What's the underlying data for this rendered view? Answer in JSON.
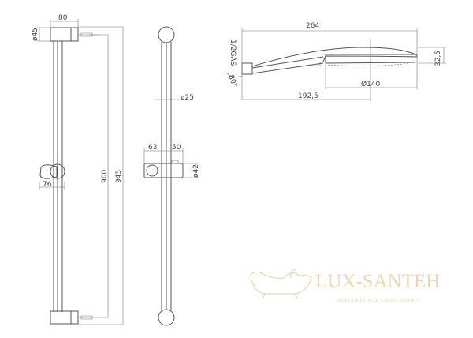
{
  "dimensions": {
    "bracket_width": "80",
    "bracket_diameter": "ø45",
    "slider_depth": "76",
    "rail_length_inner": "900",
    "rail_length_total": "945",
    "rod_diameter": "ø25",
    "slider_left": "63",
    "slider_right": "50",
    "slider_diameter": "ø42",
    "hand_shower_length": "264",
    "thread": "1/2GAS",
    "angle": "80°",
    "head_height": "32,5",
    "head_diameter": "Ø140",
    "head_offset": "192,5"
  },
  "watermark": {
    "brand": "LUX-SANTEH",
    "tagline": "ЕВРОПЕЙСКАЯ САНТЕХНИКА",
    "color": "#e9d3a4"
  }
}
